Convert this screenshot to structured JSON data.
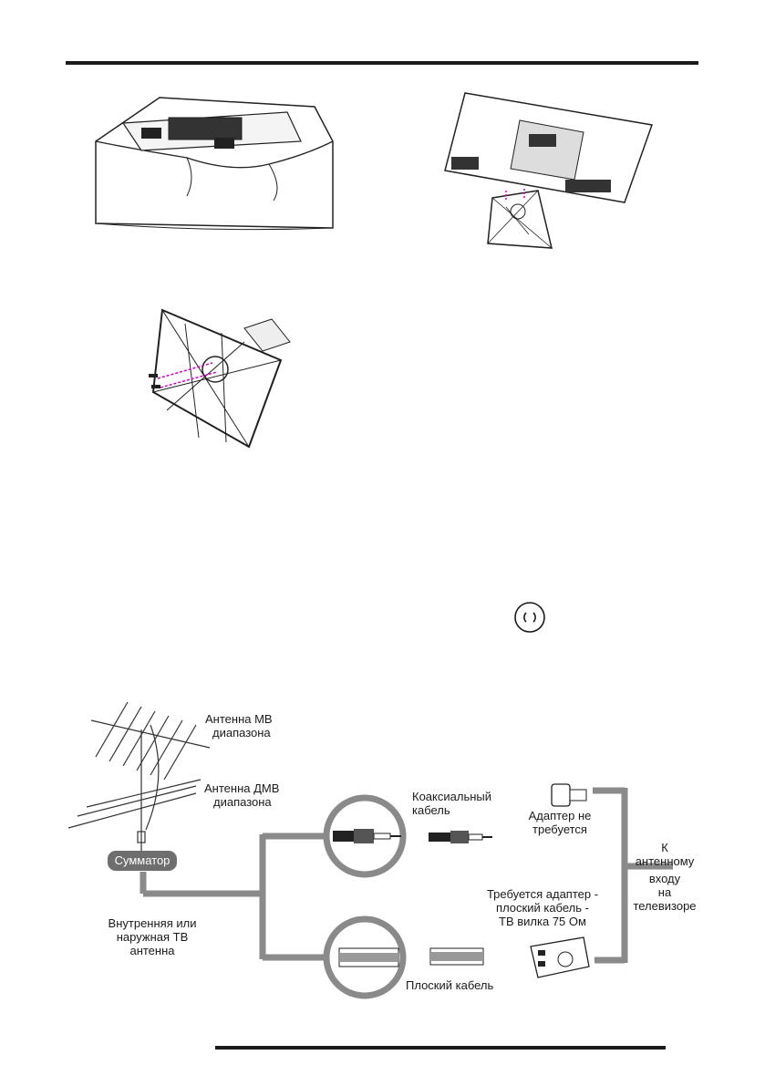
{
  "diagram": {
    "antenna_vhf": [
      "Антенна МВ",
      "диапазона"
    ],
    "antenna_uhf": [
      "Антенна ДМВ",
      "диапазона"
    ],
    "combiner": "Сумматор",
    "indoor_outdoor": [
      "Внутренняя или",
      "наружная ТВ",
      "антенна"
    ],
    "coax_cable": [
      "Коаксиальный",
      "кабель"
    ],
    "no_adapter": [
      "Адаптер не",
      "требуется"
    ],
    "to_input": [
      "К",
      "антенному",
      "входу",
      "на",
      "телевизоре"
    ],
    "adapter_needed": [
      "Требуется адаптер -",
      "плоский кабель -",
      "ТВ вилка 75 Ом"
    ],
    "flat_cable": "Плоский кабель"
  },
  "icons": [
    "power-standby-icon"
  ],
  "colors": {
    "diagram_gray": "#8a8a8a",
    "badge": "#6e6e6e",
    "screw_accent": "#d000c8"
  }
}
